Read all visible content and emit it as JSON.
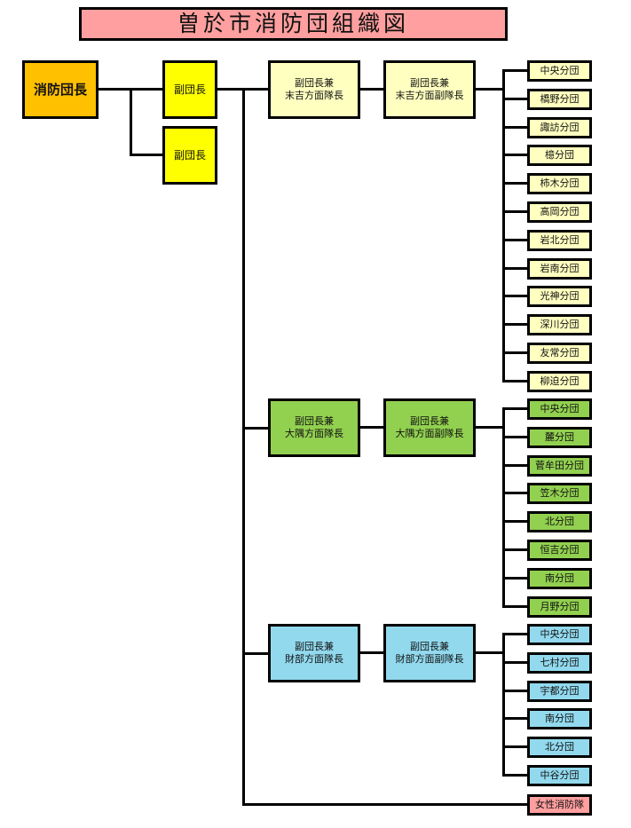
{
  "title": "曽於市消防団組織図",
  "colors": {
    "title_bg": "#ff9f9f",
    "chief_bg": "#ffc000",
    "vice_bg": "#ffff00",
    "sueyoshi_bg": "#ffffc0",
    "osumi_bg": "#92d050",
    "takarabe_bg": "#92d9ee",
    "women_bg": "#ff9f9f"
  },
  "chief": "消防団長",
  "vice_chiefs": [
    "副団長",
    "副団長"
  ],
  "districts": [
    {
      "name": "sueyoshi",
      "captain": [
        "副団長兼",
        "末吉方面隊長"
      ],
      "vice_captain": [
        "副団長兼",
        "末吉方面副隊長"
      ],
      "units": [
        "中央分団",
        "橋野分団",
        "諏訪分団",
        "檍分団",
        "柿木分団",
        "高岡分団",
        "岩北分団",
        "岩南分団",
        "光神分団",
        "深川分団",
        "友常分団",
        "柳迫分団"
      ]
    },
    {
      "name": "osumi",
      "captain": [
        "副団長兼",
        "大隅方面隊長"
      ],
      "vice_captain": [
        "副団長兼",
        "大隅方面副隊長"
      ],
      "units": [
        "中央分団",
        "麓分団",
        "菅牟田分団",
        "笠木分団",
        "北分団",
        "恒吉分団",
        "南分団",
        "月野分団"
      ]
    },
    {
      "name": "takarabe",
      "captain": [
        "副団長兼",
        "財部方面隊長"
      ],
      "vice_captain": [
        "副団長兼",
        "財部方面副隊長"
      ],
      "units": [
        "中央分団",
        "七村分団",
        "宇都分団",
        "南分団",
        "北分団",
        "中谷分団"
      ]
    }
  ],
  "women_unit": "女性消防隊"
}
